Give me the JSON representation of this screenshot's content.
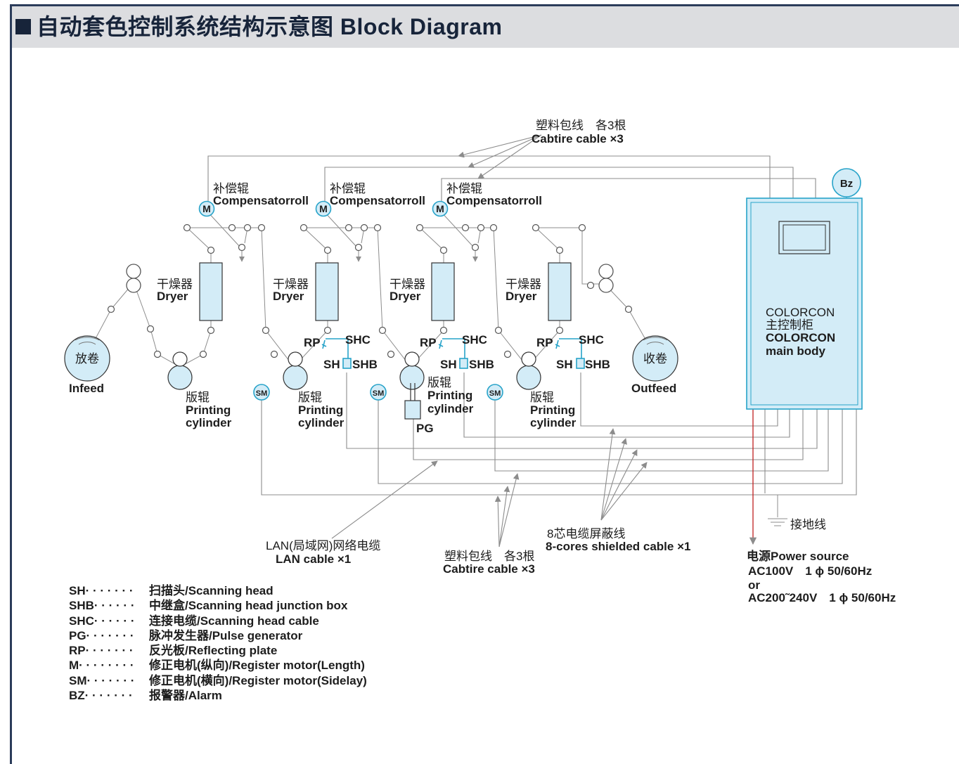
{
  "header": {
    "title": "自动套色控制系统结构示意图 Block Diagram"
  },
  "labels": {
    "cabtire_zh": "塑料包线　各3根",
    "cabtire_en": "Cabtire cable ×3",
    "compensator_zh": "补偿辊",
    "compensator_en": "Compensatorroll",
    "motor_m": "M",
    "motor_sm": "SM",
    "dryer_zh": "干燥器",
    "dryer_en": "Dryer",
    "print_zh": "版辊",
    "print_en1": "Printing",
    "print_en2": "cylinder",
    "infeed_zh": "放卷",
    "infeed_en": "Infeed",
    "outfeed_zh": "收卷",
    "outfeed_en": "Outfeed",
    "rp": "RP",
    "shc": "SHC",
    "sh": "SH",
    "shb": "SHB",
    "pg": "PG",
    "bz": "Bz",
    "cabinet_l1": "COLORCON",
    "cabinet_l2": "主控制柜",
    "cabinet_l3": "COLORCON",
    "cabinet_l4": "main body",
    "ground": "接地线",
    "power_l1": "电源Power source",
    "power_l2": "AC100V　1 ϕ  50/60Hz",
    "power_l3": "or",
    "power_l4": "AC200˜240V　1 ϕ  50/60Hz",
    "lan_zh": "LAN(局域网)网络电缆",
    "lan_en": "LAN cable ×1",
    "shielded_zh": "8芯电缆屏蔽线",
    "shielded_en": "8-cores shielded cable ×1"
  },
  "legend": [
    {
      "abbr": "SH· · · · · · · ",
      "desc": "扫描头/Scanning head"
    },
    {
      "abbr": "SHB· · · · · · ",
      "desc": "中继盒/Scanning head junction box"
    },
    {
      "abbr": "SHC· · · · · · ",
      "desc": "连接电缆/Scanning head cable"
    },
    {
      "abbr": "PG· · · · · · · ",
      "desc": "脉冲发生器/Pulse generator"
    },
    {
      "abbr": "RP· · · · · · · ",
      "desc": "反光板/Reflecting plate"
    },
    {
      "abbr": "M· · · · · · · · ",
      "desc": "修正电机(纵向)/Register motor(Length)"
    },
    {
      "abbr": "SM· · · · · · · ",
      "desc": "修正电机(横向)/Register motor(Sidelay)"
    },
    {
      "abbr": "BZ· · · · · · · ",
      "desc": "报警器/Alarm"
    }
  ],
  "colors": {
    "header_bg": "#dcdde0",
    "frame": "#2b3c5a",
    "cyan": "#27a3c9",
    "fill": "#d3ecf7",
    "line": "#8c8c8c",
    "power": "#c02020"
  }
}
